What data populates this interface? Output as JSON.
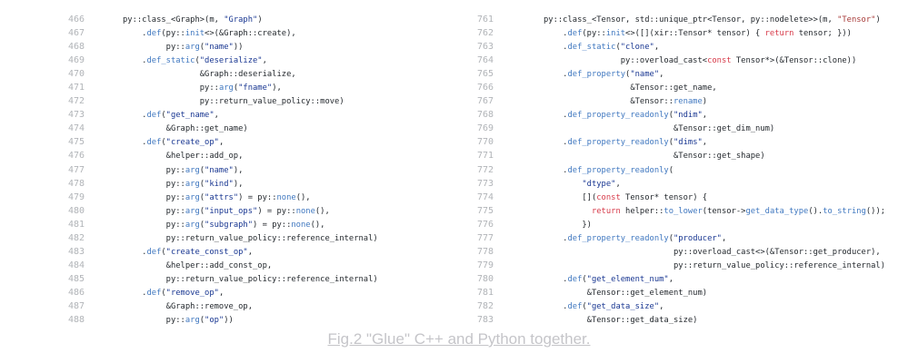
{
  "caption": "Fig.2 \"Glue\" C++ and Python together.",
  "colors": {
    "background": "#ffffff",
    "plain": "#24292e",
    "function": "#4078c0",
    "string": "#183691",
    "string_alt": "#a73a38",
    "keyword": "#d73a49",
    "line_number": "#b1b4b8",
    "caption": "#c5c5c9"
  },
  "left_column": {
    "lines": [
      {
        "num": 466,
        "segs": [
          {
            "t": "py::class_<Graph>(m, ",
            "c": "plain"
          },
          {
            "t": "\"Graph\"",
            "c": "string"
          },
          {
            "t": ")",
            "c": "plain"
          }
        ]
      },
      {
        "num": 467,
        "segs": [
          {
            "t": "    .",
            "c": "plain"
          },
          {
            "t": "def",
            "c": "function"
          },
          {
            "t": "(py::",
            "c": "plain"
          },
          {
            "t": "init",
            "c": "function"
          },
          {
            "t": "<>(&Graph::create),",
            "c": "plain"
          }
        ]
      },
      {
        "num": 468,
        "segs": [
          {
            "t": "         py::",
            "c": "plain"
          },
          {
            "t": "arg",
            "c": "function"
          },
          {
            "t": "(",
            "c": "plain"
          },
          {
            "t": "\"name\"",
            "c": "string"
          },
          {
            "t": "))",
            "c": "plain"
          }
        ]
      },
      {
        "num": 469,
        "segs": [
          {
            "t": "    .",
            "c": "plain"
          },
          {
            "t": "def_static",
            "c": "function"
          },
          {
            "t": "(",
            "c": "plain"
          },
          {
            "t": "\"deserialize\"",
            "c": "string"
          },
          {
            "t": ",",
            "c": "plain"
          }
        ]
      },
      {
        "num": 470,
        "segs": [
          {
            "t": "                &Graph::deserialize,",
            "c": "plain"
          }
        ]
      },
      {
        "num": 471,
        "segs": [
          {
            "t": "                py::",
            "c": "plain"
          },
          {
            "t": "arg",
            "c": "function"
          },
          {
            "t": "(",
            "c": "plain"
          },
          {
            "t": "\"fname\"",
            "c": "string"
          },
          {
            "t": "),",
            "c": "plain"
          }
        ]
      },
      {
        "num": 472,
        "segs": [
          {
            "t": "                py::return_value_policy::move)",
            "c": "plain"
          }
        ]
      },
      {
        "num": 473,
        "segs": [
          {
            "t": "    .",
            "c": "plain"
          },
          {
            "t": "def",
            "c": "function"
          },
          {
            "t": "(",
            "c": "plain"
          },
          {
            "t": "\"get_name\"",
            "c": "string"
          },
          {
            "t": ",",
            "c": "plain"
          }
        ]
      },
      {
        "num": 474,
        "segs": [
          {
            "t": "         &Graph::get_name)",
            "c": "plain"
          }
        ]
      },
      {
        "num": 475,
        "segs": [
          {
            "t": "    .",
            "c": "plain"
          },
          {
            "t": "def",
            "c": "function"
          },
          {
            "t": "(",
            "c": "plain"
          },
          {
            "t": "\"create_op\"",
            "c": "string"
          },
          {
            "t": ",",
            "c": "plain"
          }
        ]
      },
      {
        "num": 476,
        "segs": [
          {
            "t": "         &helper::add_op,",
            "c": "plain"
          }
        ]
      },
      {
        "num": 477,
        "segs": [
          {
            "t": "         py::",
            "c": "plain"
          },
          {
            "t": "arg",
            "c": "function"
          },
          {
            "t": "(",
            "c": "plain"
          },
          {
            "t": "\"name\"",
            "c": "string"
          },
          {
            "t": "),",
            "c": "plain"
          }
        ]
      },
      {
        "num": 478,
        "segs": [
          {
            "t": "         py::",
            "c": "plain"
          },
          {
            "t": "arg",
            "c": "function"
          },
          {
            "t": "(",
            "c": "plain"
          },
          {
            "t": "\"kind\"",
            "c": "string"
          },
          {
            "t": "),",
            "c": "plain"
          }
        ]
      },
      {
        "num": 479,
        "segs": [
          {
            "t": "         py::",
            "c": "plain"
          },
          {
            "t": "arg",
            "c": "function"
          },
          {
            "t": "(",
            "c": "plain"
          },
          {
            "t": "\"attrs\"",
            "c": "string"
          },
          {
            "t": ") = py::",
            "c": "plain"
          },
          {
            "t": "none",
            "c": "function"
          },
          {
            "t": "(),",
            "c": "plain"
          }
        ]
      },
      {
        "num": 480,
        "segs": [
          {
            "t": "         py::",
            "c": "plain"
          },
          {
            "t": "arg",
            "c": "function"
          },
          {
            "t": "(",
            "c": "plain"
          },
          {
            "t": "\"input_ops\"",
            "c": "string"
          },
          {
            "t": ") = py::",
            "c": "plain"
          },
          {
            "t": "none",
            "c": "function"
          },
          {
            "t": "(),",
            "c": "plain"
          }
        ]
      },
      {
        "num": 481,
        "segs": [
          {
            "t": "         py::",
            "c": "plain"
          },
          {
            "t": "arg",
            "c": "function"
          },
          {
            "t": "(",
            "c": "plain"
          },
          {
            "t": "\"subgraph\"",
            "c": "string"
          },
          {
            "t": ") = py::",
            "c": "plain"
          },
          {
            "t": "none",
            "c": "function"
          },
          {
            "t": "(),",
            "c": "plain"
          }
        ]
      },
      {
        "num": 482,
        "segs": [
          {
            "t": "         py::return_value_policy::reference_internal)",
            "c": "plain"
          }
        ]
      },
      {
        "num": 483,
        "segs": [
          {
            "t": "    .",
            "c": "plain"
          },
          {
            "t": "def",
            "c": "function"
          },
          {
            "t": "(",
            "c": "plain"
          },
          {
            "t": "\"create_const_op\"",
            "c": "string"
          },
          {
            "t": ",",
            "c": "plain"
          }
        ]
      },
      {
        "num": 484,
        "segs": [
          {
            "t": "         &helper::add_const_op,",
            "c": "plain"
          }
        ]
      },
      {
        "num": 485,
        "segs": [
          {
            "t": "         py::return_value_policy::reference_internal)",
            "c": "plain"
          }
        ]
      },
      {
        "num": 486,
        "segs": [
          {
            "t": "    .",
            "c": "plain"
          },
          {
            "t": "def",
            "c": "function"
          },
          {
            "t": "(",
            "c": "plain"
          },
          {
            "t": "\"remove_op\"",
            "c": "string"
          },
          {
            "t": ",",
            "c": "plain"
          }
        ]
      },
      {
        "num": 487,
        "segs": [
          {
            "t": "         &Graph::remove_op,",
            "c": "plain"
          }
        ]
      },
      {
        "num": 488,
        "segs": [
          {
            "t": "         py::",
            "c": "plain"
          },
          {
            "t": "arg",
            "c": "function"
          },
          {
            "t": "(",
            "c": "plain"
          },
          {
            "t": "\"op\"",
            "c": "string"
          },
          {
            "t": "))",
            "c": "plain"
          }
        ]
      }
    ]
  },
  "right_column": {
    "lines": [
      {
        "num": 761,
        "segs": [
          {
            "t": "py::class_<Tensor, std::unique_ptr<Tensor, py::nodelete>>(m, ",
            "c": "plain"
          },
          {
            "t": "\"Tensor\"",
            "c": "string_alt"
          },
          {
            "t": ")",
            "c": "plain"
          }
        ]
      },
      {
        "num": 762,
        "segs": [
          {
            "t": "    .",
            "c": "plain"
          },
          {
            "t": "def",
            "c": "function"
          },
          {
            "t": "(py::",
            "c": "plain"
          },
          {
            "t": "init",
            "c": "function"
          },
          {
            "t": "<>([](xir::Tensor* tensor) { ",
            "c": "plain"
          },
          {
            "t": "return",
            "c": "keyword"
          },
          {
            "t": " tensor; }))",
            "c": "plain"
          }
        ]
      },
      {
        "num": 763,
        "segs": [
          {
            "t": "    .",
            "c": "plain"
          },
          {
            "t": "def_static",
            "c": "function"
          },
          {
            "t": "(",
            "c": "plain"
          },
          {
            "t": "\"clone\"",
            "c": "string"
          },
          {
            "t": ",",
            "c": "plain"
          }
        ]
      },
      {
        "num": 764,
        "segs": [
          {
            "t": "                py::overload_cast<",
            "c": "plain"
          },
          {
            "t": "const",
            "c": "keyword"
          },
          {
            "t": " Tensor*>(&Tensor::clone))",
            "c": "plain"
          }
        ]
      },
      {
        "num": 765,
        "segs": [
          {
            "t": "    .",
            "c": "plain"
          },
          {
            "t": "def_property",
            "c": "function"
          },
          {
            "t": "(",
            "c": "plain"
          },
          {
            "t": "\"name\"",
            "c": "string"
          },
          {
            "t": ",",
            "c": "plain"
          }
        ]
      },
      {
        "num": 766,
        "segs": [
          {
            "t": "                  &Tensor::get_name,",
            "c": "plain"
          }
        ]
      },
      {
        "num": 767,
        "segs": [
          {
            "t": "                  &Tensor::",
            "c": "plain"
          },
          {
            "t": "rename",
            "c": "function"
          },
          {
            "t": ")",
            "c": "plain"
          }
        ]
      },
      {
        "num": 768,
        "segs": [
          {
            "t": "    .",
            "c": "plain"
          },
          {
            "t": "def_property_readonly",
            "c": "function"
          },
          {
            "t": "(",
            "c": "plain"
          },
          {
            "t": "\"ndim\"",
            "c": "string"
          },
          {
            "t": ",",
            "c": "plain"
          }
        ]
      },
      {
        "num": 769,
        "segs": [
          {
            "t": "                           &Tensor::get_dim_num)",
            "c": "plain"
          }
        ]
      },
      {
        "num": 770,
        "segs": [
          {
            "t": "    .",
            "c": "plain"
          },
          {
            "t": "def_property_readonly",
            "c": "function"
          },
          {
            "t": "(",
            "c": "plain"
          },
          {
            "t": "\"dims\"",
            "c": "string"
          },
          {
            "t": ",",
            "c": "plain"
          }
        ]
      },
      {
        "num": 771,
        "segs": [
          {
            "t": "                           &Tensor::get_shape)",
            "c": "plain"
          }
        ]
      },
      {
        "num": 772,
        "segs": [
          {
            "t": "    .",
            "c": "plain"
          },
          {
            "t": "def_property_readonly",
            "c": "function"
          },
          {
            "t": "(",
            "c": "plain"
          }
        ]
      },
      {
        "num": 773,
        "segs": [
          {
            "t": "        ",
            "c": "plain"
          },
          {
            "t": "\"dtype\"",
            "c": "string"
          },
          {
            "t": ",",
            "c": "plain"
          }
        ]
      },
      {
        "num": 774,
        "segs": [
          {
            "t": "        [](",
            "c": "plain"
          },
          {
            "t": "const",
            "c": "keyword"
          },
          {
            "t": " Tensor* tensor) {",
            "c": "plain"
          }
        ]
      },
      {
        "num": 775,
        "segs": [
          {
            "t": "          ",
            "c": "plain"
          },
          {
            "t": "return",
            "c": "keyword"
          },
          {
            "t": " helper::",
            "c": "plain"
          },
          {
            "t": "to_lower",
            "c": "function"
          },
          {
            "t": "(tensor->",
            "c": "plain"
          },
          {
            "t": "get_data_type",
            "c": "function"
          },
          {
            "t": "().",
            "c": "plain"
          },
          {
            "t": "to_string",
            "c": "function"
          },
          {
            "t": "());",
            "c": "plain"
          }
        ]
      },
      {
        "num": 776,
        "segs": [
          {
            "t": "        })",
            "c": "plain"
          }
        ]
      },
      {
        "num": 777,
        "segs": [
          {
            "t": "    .",
            "c": "plain"
          },
          {
            "t": "def_property_readonly",
            "c": "function"
          },
          {
            "t": "(",
            "c": "plain"
          },
          {
            "t": "\"producer\"",
            "c": "string"
          },
          {
            "t": ",",
            "c": "plain"
          }
        ]
      },
      {
        "num": 778,
        "segs": [
          {
            "t": "                           py::overload_cast<>(&Tensor::get_producer),",
            "c": "plain"
          }
        ]
      },
      {
        "num": 779,
        "segs": [
          {
            "t": "                           py::return_value_policy::reference_internal)",
            "c": "plain"
          }
        ]
      },
      {
        "num": 780,
        "segs": [
          {
            "t": "    .",
            "c": "plain"
          },
          {
            "t": "def",
            "c": "function"
          },
          {
            "t": "(",
            "c": "plain"
          },
          {
            "t": "\"get_element_num\"",
            "c": "string"
          },
          {
            "t": ",",
            "c": "plain"
          }
        ]
      },
      {
        "num": 781,
        "segs": [
          {
            "t": "         &Tensor::get_element_num)",
            "c": "plain"
          }
        ]
      },
      {
        "num": 782,
        "segs": [
          {
            "t": "    .",
            "c": "plain"
          },
          {
            "t": "def",
            "c": "function"
          },
          {
            "t": "(",
            "c": "plain"
          },
          {
            "t": "\"get_data_size\"",
            "c": "string"
          },
          {
            "t": ",",
            "c": "plain"
          }
        ]
      },
      {
        "num": 783,
        "segs": [
          {
            "t": "         &Tensor::get_data_size)",
            "c": "plain"
          }
        ]
      }
    ]
  }
}
